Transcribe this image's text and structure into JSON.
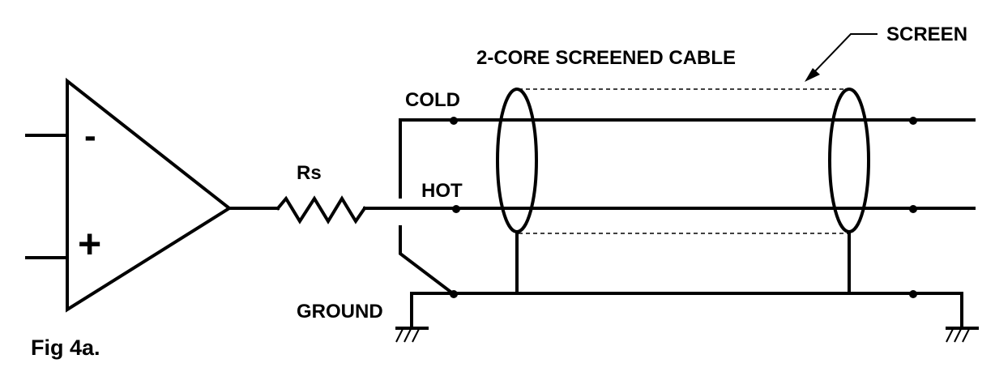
{
  "labels": {
    "title": "2-CORE SCREENED CABLE",
    "screen": "SCREEN",
    "cold": "COLD",
    "hot": "HOT",
    "ground": "GROUND",
    "resistor": "Rs",
    "figure": "Fig 4a.",
    "minus": "-",
    "plus": "+"
  },
  "icons": [
    "op-amp-icon",
    "resistor-icon",
    "ground-symbol-icon",
    "arrow-icon"
  ]
}
